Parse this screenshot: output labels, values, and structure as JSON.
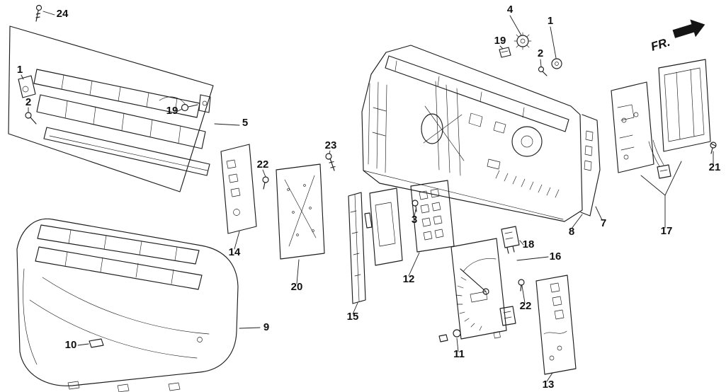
{
  "diagram": {
    "direction_label": "FR.",
    "colors": {
      "ink": "#1d1d1d",
      "background": "#ffffff"
    },
    "icons": {
      "fr_arrow": "arrow-right"
    },
    "callouts": [
      {
        "label": "24"
      },
      {
        "label": "1"
      },
      {
        "label": "2"
      },
      {
        "label": "19"
      },
      {
        "label": "5"
      },
      {
        "label": "22"
      },
      {
        "label": "23"
      },
      {
        "label": "14"
      },
      {
        "label": "20"
      },
      {
        "label": "15"
      },
      {
        "label": "3"
      },
      {
        "label": "12"
      },
      {
        "label": "4"
      },
      {
        "label": "19"
      },
      {
        "label": "1"
      },
      {
        "label": "2"
      },
      {
        "label": "7"
      },
      {
        "label": "8"
      },
      {
        "label": "18"
      },
      {
        "label": "16"
      },
      {
        "label": "22"
      },
      {
        "label": "11"
      },
      {
        "label": "10"
      },
      {
        "label": "9"
      },
      {
        "label": "13"
      },
      {
        "label": "17"
      },
      {
        "label": "21"
      }
    ]
  }
}
